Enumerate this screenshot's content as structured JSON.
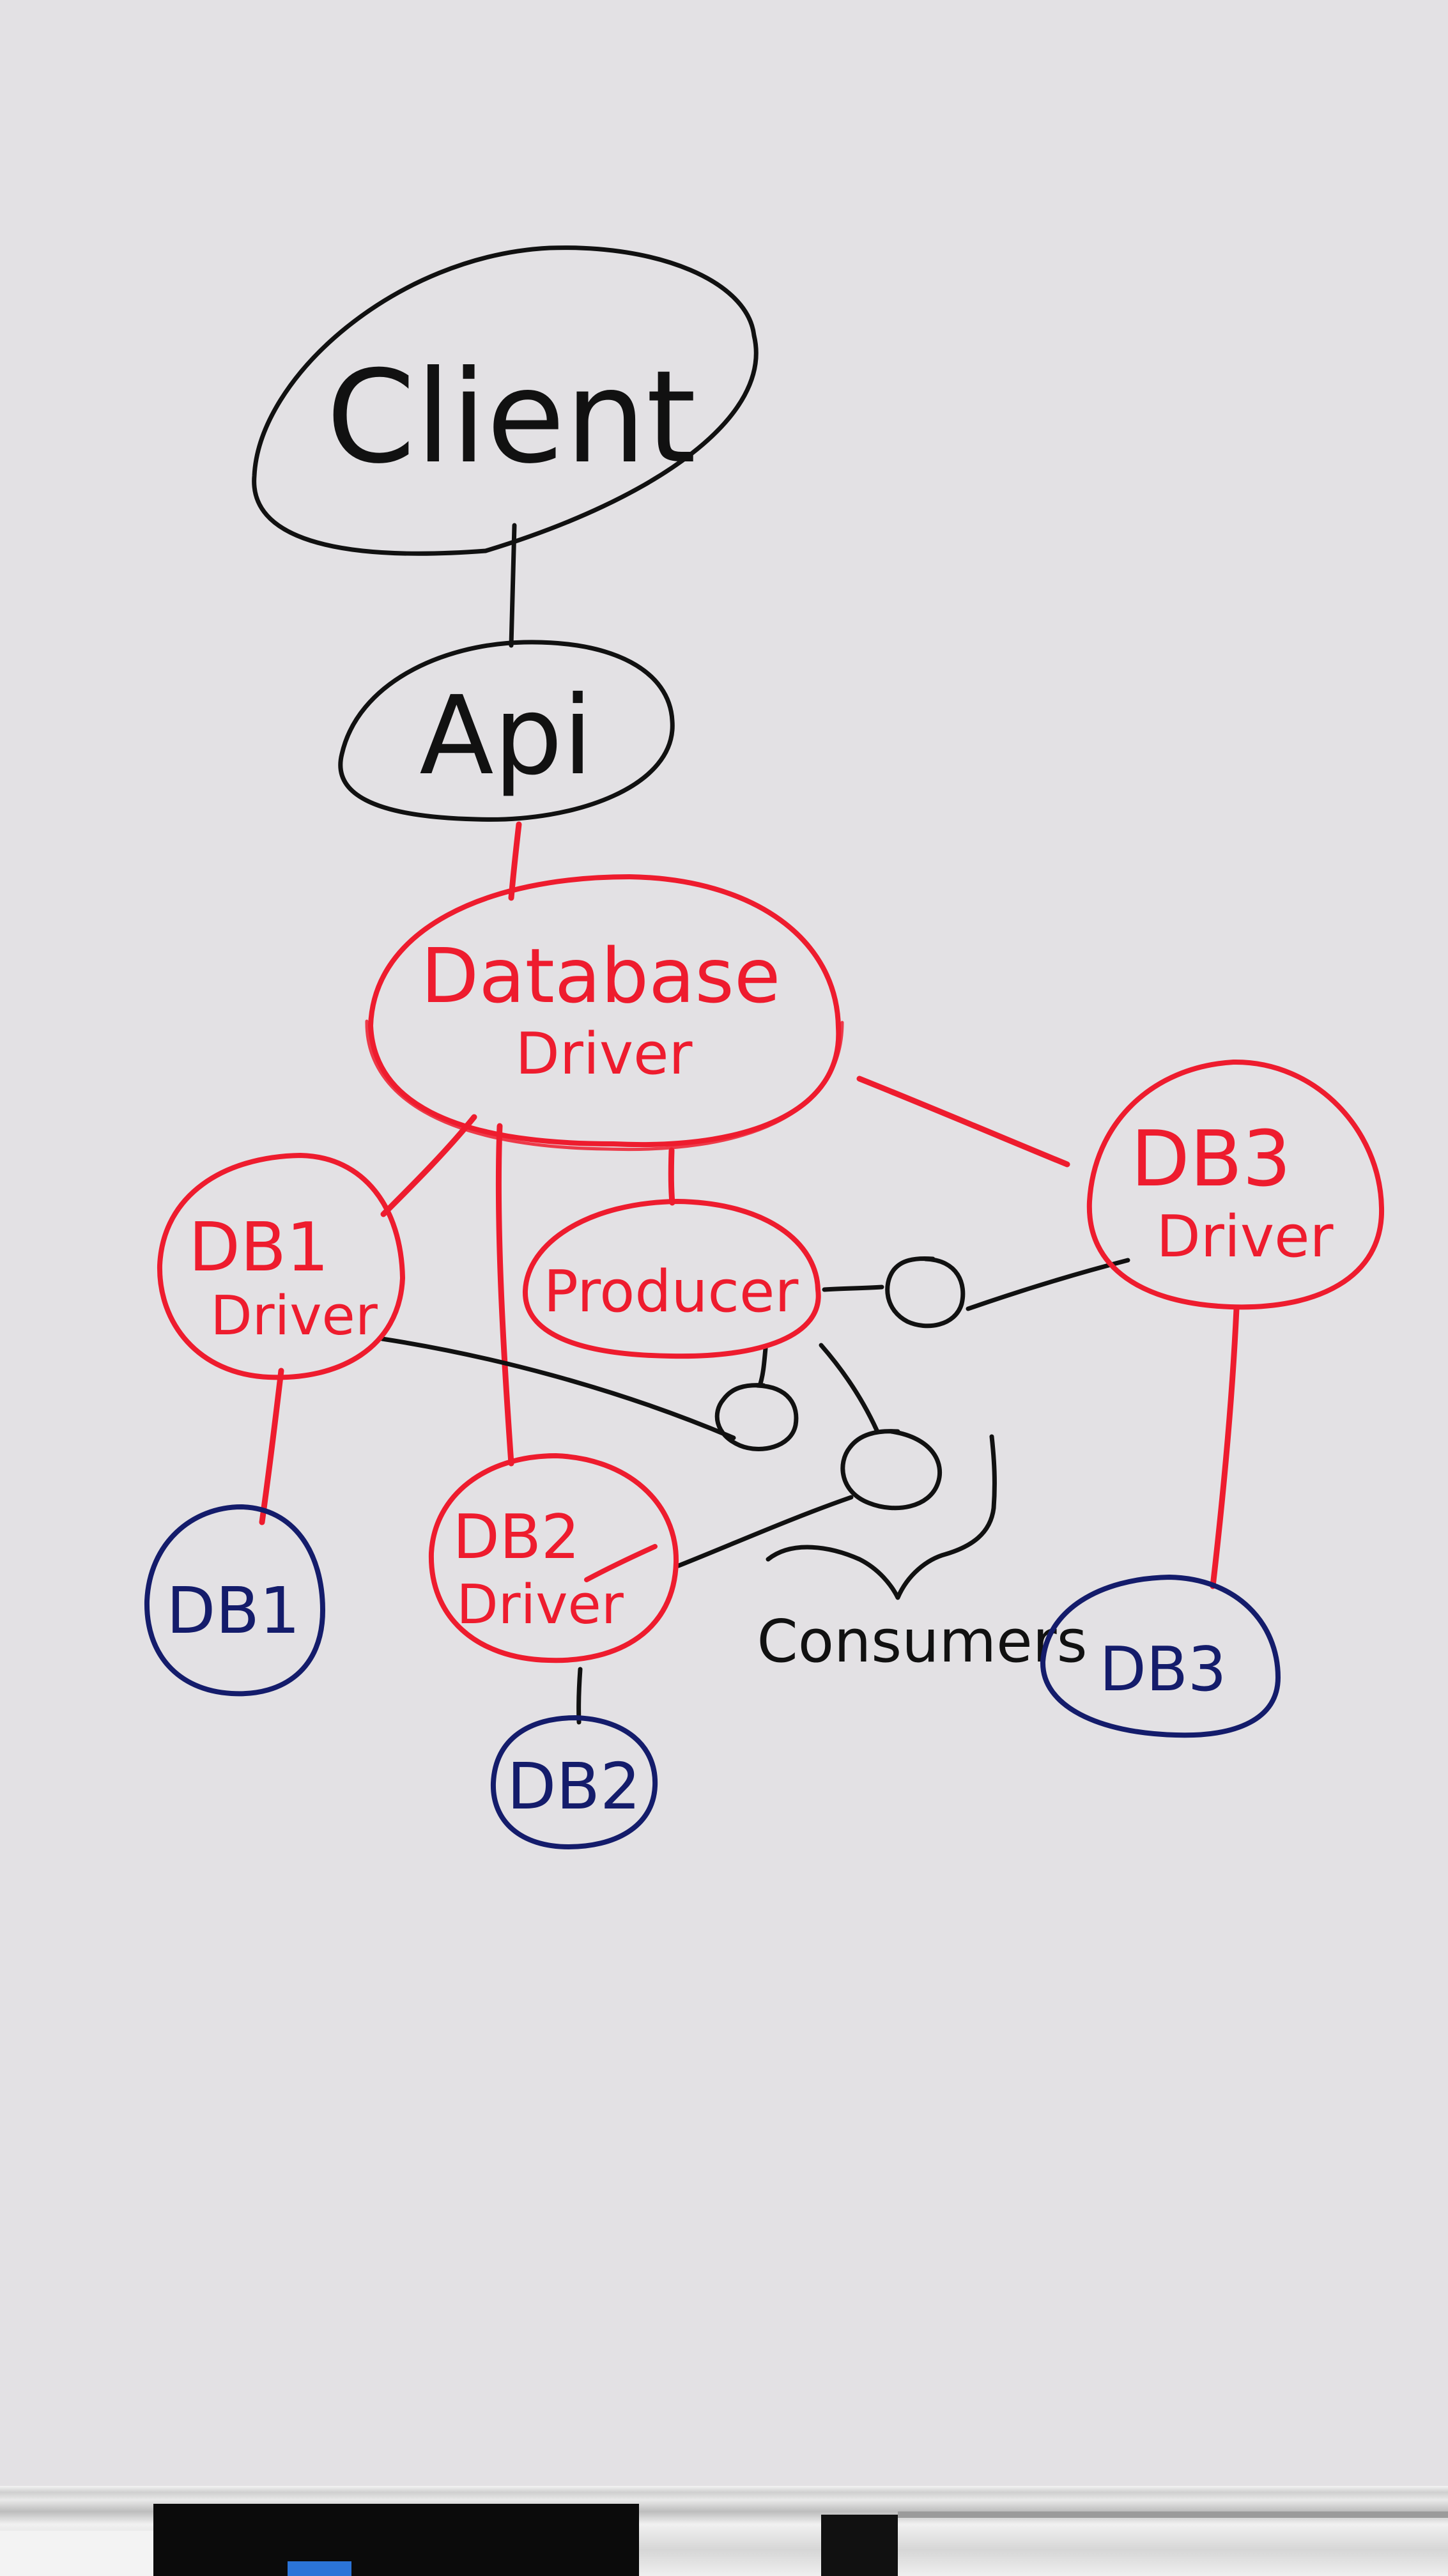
{
  "colors": {
    "board": "#e3e1e4",
    "black_marker": "#111111",
    "red_marker": "#ee1c2e",
    "blue_marker": "#141c6b"
  },
  "nodes": {
    "client": "Client",
    "api": "Api",
    "database_driver": [
      "Database",
      "Driver"
    ],
    "db1_driver": [
      "DB1",
      "Driver"
    ],
    "producer": "Producer",
    "db3_driver": [
      "DB3",
      "Driver"
    ],
    "db2_driver": [
      "DB2",
      "Driver"
    ],
    "db1": "DB1",
    "db2": "DB2",
    "db3": "DB3"
  },
  "annotations": {
    "consumers": "Consumers"
  },
  "edges": [
    [
      "client",
      "api"
    ],
    [
      "api",
      "database_driver"
    ],
    [
      "database_driver",
      "db1_driver"
    ],
    [
      "database_driver",
      "producer"
    ],
    [
      "database_driver",
      "db2_driver"
    ],
    [
      "database_driver",
      "db3_driver"
    ],
    [
      "producer",
      "consumer_1"
    ],
    [
      "producer",
      "consumer_2"
    ],
    [
      "producer",
      "consumer_3"
    ],
    [
      "consumer_1",
      "db3_driver"
    ],
    [
      "consumer_2",
      "db1_driver"
    ],
    [
      "consumer_3",
      "db2_driver"
    ],
    [
      "db1_driver",
      "db1"
    ],
    [
      "db2_driver",
      "db2"
    ],
    [
      "db3_driver",
      "db3"
    ]
  ]
}
